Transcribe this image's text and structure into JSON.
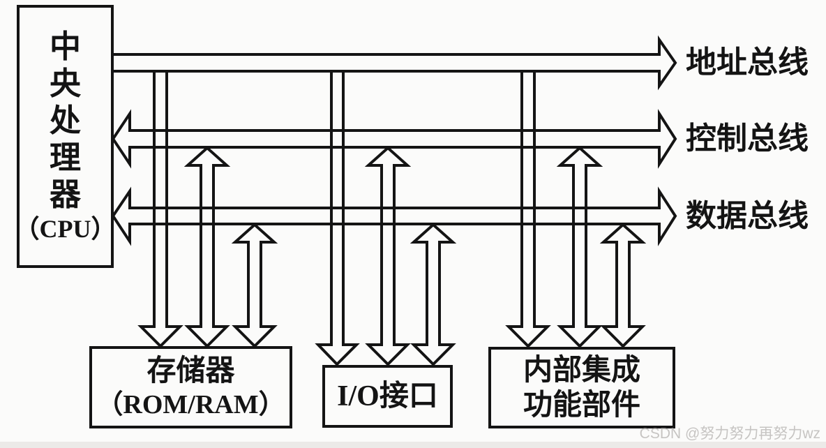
{
  "cpu": {
    "lines": [
      "中",
      "央",
      "处",
      "理",
      "器"
    ],
    "sub": "（CPU）"
  },
  "buses": {
    "address": {
      "label": "地址总线",
      "direction": "cpu-to-right"
    },
    "control": {
      "label": "控制总线",
      "direction": "bidirectional"
    },
    "data": {
      "label": "数据总线",
      "direction": "bidirectional"
    }
  },
  "components": {
    "memory": {
      "line1": "存储器",
      "line2": "（ROM/RAM）"
    },
    "io": {
      "line1": "I/O接口"
    },
    "internal": {
      "line1": "内部集成",
      "line2": "功能部件"
    }
  },
  "watermark": "CSDN @努力努力再努力wz",
  "colors": {
    "line": "#141414",
    "background": "#fbfbfa",
    "footer_strip": "#eceae8",
    "watermark": "#c6c4c2"
  }
}
